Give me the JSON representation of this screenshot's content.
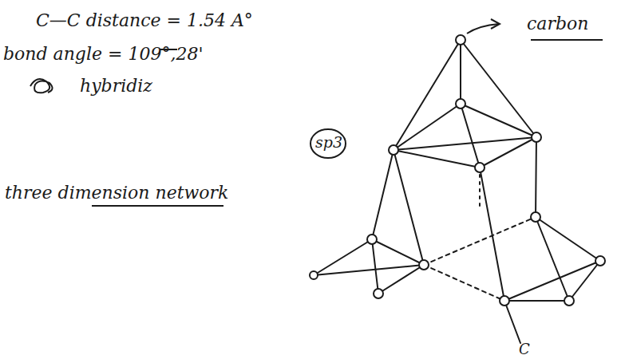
{
  "diagram": {
    "labels": [
      "C—C distance = 1.54 A°",
      "bond angle = 109°,28'",
      "hybridiz",
      "sp3",
      "three dimension network",
      "carbon",
      "C"
    ]
  }
}
